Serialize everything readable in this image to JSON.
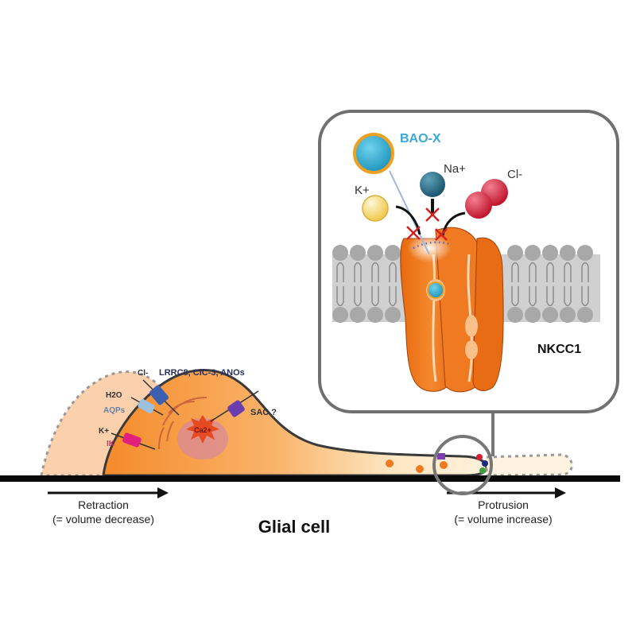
{
  "title": "Glial cell",
  "inset": {
    "drug_label": "BAO-X",
    "ions": {
      "potassium": "K+",
      "sodium": "Na+",
      "chloride": "Cl-"
    },
    "transporter_label": "NKCC1"
  },
  "cell_labels": {
    "chloride_ion": "Cl-",
    "chloride_channels": "LRRC8, ClC-3, ANOs",
    "water": "H2O",
    "aquaporins": "AQPs",
    "potassium_ion": "K+",
    "potassium_channel": "IK",
    "stretch_channel": "SAC ?",
    "calcium": "Ca2+"
  },
  "arrows": {
    "retraction_title": "Retraction",
    "retraction_sub": "(= volume decrease)",
    "protrusion_title": "Protrusion",
    "protrusion_sub": "(= volume increase)"
  },
  "colors": {
    "transporter": "#ef7a1e",
    "drug": "#2aa6cc",
    "drug_ring": "#f0a020",
    "potassium": "#f5d66a",
    "sodium": "#2a6f86",
    "chloride": "#d6293e",
    "membrane": "#bdbdbd",
    "inset_border": "#707070",
    "cell": "#f7a24a",
    "block_x": "#d42020"
  }
}
